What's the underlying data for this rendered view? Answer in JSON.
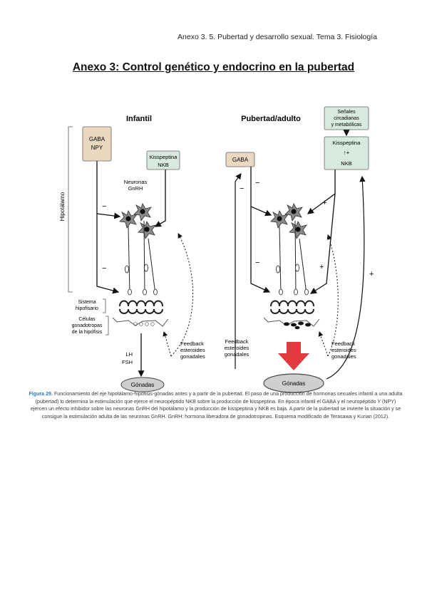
{
  "header": {
    "running_head": "Anexo 3. 5. Pubertad y desarrollo sexual. Tema 3. Fisiología"
  },
  "title": "Anexo 3: Control genético y endocrino en la pubertad",
  "figure": {
    "left": {
      "heading": "Infantil",
      "gaba_box": [
        "GABA",
        "NPY"
      ],
      "kiss_box": [
        "Kisspeptina",
        "NKB"
      ],
      "neuron_label": [
        "Neuronas",
        "GnRH"
      ],
      "hypothalamus_label": "Hipotálamo",
      "sistema_label": [
        "Sistema",
        "hipofisario"
      ],
      "celulas_label": [
        "Células",
        "gonadotropas",
        "de la hipófisis"
      ],
      "feedback_label": [
        "Feedback",
        "esteroides",
        "gonadales"
      ],
      "hormones_label": [
        "LH",
        "FSH"
      ],
      "gonads_label": "Gónadas",
      "minus": "−"
    },
    "right": {
      "heading": "Pubertad/adulto",
      "signals_box": [
        "Señales",
        "circadianas",
        "y metabólicas"
      ],
      "gaba_box": "GABA",
      "kiss_box": [
        "Kisspeptina",
        "↑+",
        "NKB"
      ],
      "feedback_left_label": [
        "Feedback",
        "esteroides",
        "gonadales"
      ],
      "feedback_right_label": [
        "Feedback",
        "esteroides",
        "gonadales"
      ],
      "gonads_label": "Gónadas",
      "minus": "−",
      "plus": "+"
    },
    "colors": {
      "gaba_fill": "#ead9c0",
      "kiss_fill": "#d8e9df",
      "arrow_red": "#e23a3f",
      "gonad_fill": "#cfcfcf"
    }
  },
  "caption": {
    "lead": "Figura 29.",
    "text": "Funcionamiento del eje hipotálamo-hipófisis-gónadas antes y a partir de la pubertad. El paso de una producción de hormonas sexuales infantil a una adulta (pubertad) lo determina la estimulación que ejerce el neuropéptido NKB sobre la producción de kisspeptina. En época infantil el GABA y el neuropéptido Y (NPY) ejercen un efecto inhibidor sobre las neuronas GnRH del hipotálamo y la producción de kisspeptina y NKB es baja. A partir de la pubertad se invierte la situación y se consigue la estimulación adulta de las neuronas GnRH. GnRH: hormona liberadora de gonadotropinas. Esquema modificado de Terasawa y Kurian (2012)."
  }
}
